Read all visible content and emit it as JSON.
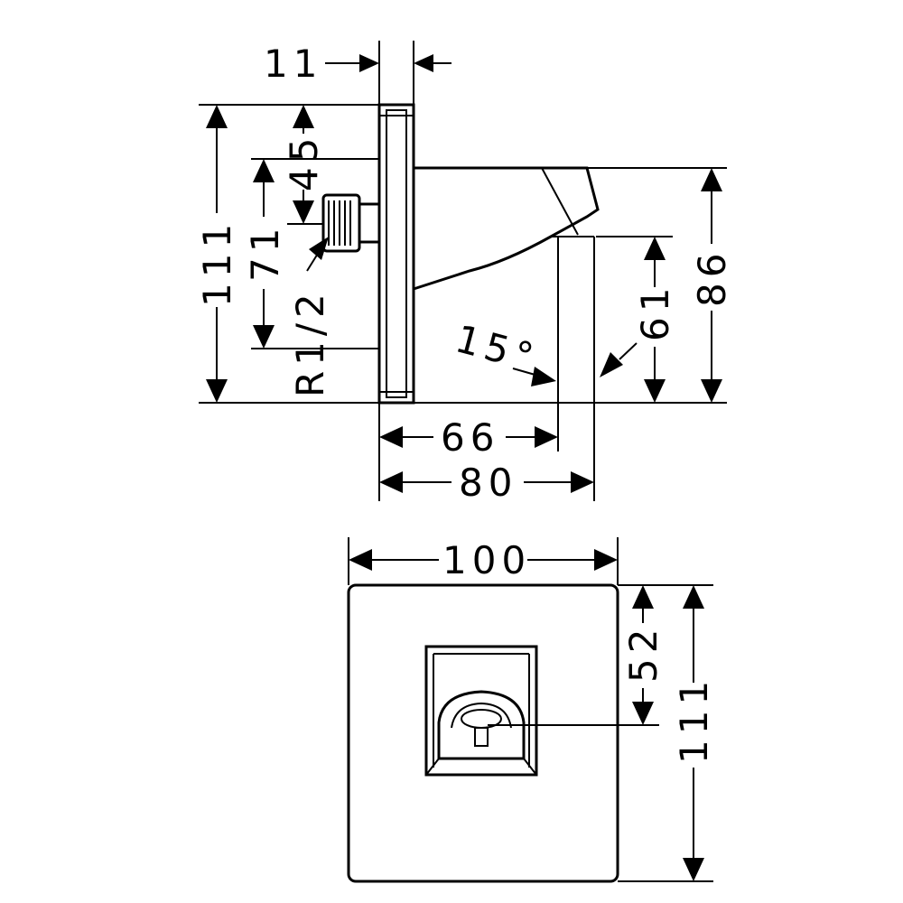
{
  "drawing": {
    "side_view": {
      "wall_thickness": "11",
      "height_total": "111",
      "connection_height": "71",
      "connection_offset": "45",
      "thread": "R1/2",
      "angle": "15°",
      "spout_height": "86",
      "outlet_height": "61",
      "outlet_depth": "66",
      "spout_depth": "80"
    },
    "front_view": {
      "width": "100",
      "height_total": "111",
      "outlet_offset": "52"
    }
  }
}
